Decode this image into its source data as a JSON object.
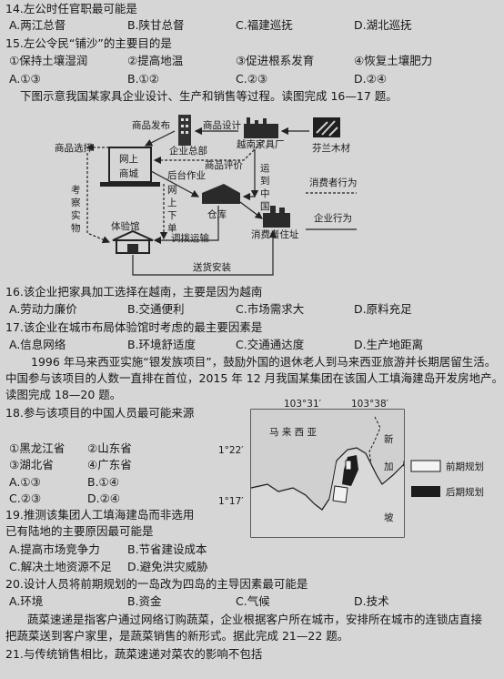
{
  "q14": {
    "stem": "14.左公时任官职最可能是",
    "a": "A.两江总督",
    "b": "B.陕甘总督",
    "c": "C.福建巡抚",
    "d": "D.湖北巡抚"
  },
  "q15": {
    "stem": "15.左公令民“铺沙”的主要目的是",
    "s1": "①保持土壤湿润",
    "s2": "②提高地温",
    "s3": "③促进根系发育",
    "s4": "④恢复土壤肥力",
    "a": "A.①③",
    "b": "B.①②",
    "c": "C.②③",
    "d": "D.②④"
  },
  "intro1": "下图示意我国某家具企业设计、生产和销售等过程。读图完成 16—17 题。",
  "diagram": {
    "publish": "商品发布",
    "hq": "企业总部",
    "design": "商品设计",
    "factory": "越南家具厂",
    "wood": "芬兰木材",
    "select": "商品选择",
    "mall_1": "网上",
    "mall_2": "商城",
    "eval": "商品评价",
    "inspect": "考察实物",
    "backend": "后台作业",
    "online_order": "网上下单",
    "ship_china": "运到中国",
    "warehouse": "仓库",
    "dispatch": "调拨运输",
    "showroom": "体验馆",
    "consumer_home": "消费者住址",
    "delivery": "送货安装",
    "legend_consumer": "消费者行为",
    "legend_enterprise": "企业行为"
  },
  "q16": {
    "stem": "16.该企业把家具加工选择在越南，主要是因为越南",
    "a": "A.劳动力廉价",
    "b": "B.交通便利",
    "c": "C.市场需求大",
    "d": "D.原料充足"
  },
  "q17": {
    "stem": "17.该企业在城市布局体验馆时考虑的最主要因素是",
    "a": "A.信息网络",
    "b": "B.环境舒适度",
    "c": "C.交通通达度",
    "d": "D.生产地距离"
  },
  "intro2": {
    "l1": "1996 年马来西亚实施“银发族项目”，鼓励外国的退休老人到马来西亚旅游并长期居留生活。",
    "l2": "中国参与该项目的人数一直排在首位，2015 年 12 月我国某集团在该国人工填海建岛开发房地产。",
    "l3": "读图完成 18—20 题。"
  },
  "q18": {
    "stem": "18.参与该项目的中国人员最可能来源",
    "s1": "①黑龙江省",
    "s2": "②山东省",
    "s3": "③湖北省",
    "s4": "④广东省",
    "a": "A.①③",
    "b": "B.①④",
    "c": "C.②③",
    "d": "D.②④"
  },
  "map": {
    "lon1": "103°31′",
    "lon2": "103°38′",
    "lat1": "1°22′",
    "lat2": "1°17′",
    "region": "马 来 西 亚",
    "sg1": "新",
    "sg2": "加",
    "sg3": "坡",
    "legend_early": "前期规划",
    "legend_late": "后期规划"
  },
  "q19": {
    "stem1": "19.推测该集团人工填海建岛而非选用",
    "stem2": "已有陆地的主要原因最可能是",
    "a": "A.提高市场竞争力",
    "b": "B.节省建设成本",
    "c": "C.解决土地资源不足",
    "d": "D.避免洪灾威胁"
  },
  "q20": {
    "stem": "20.设计人员将前期规划的一岛改为四岛的主导因素最可能是",
    "a": "A.环境",
    "b": "B.资金",
    "c": "C.气候",
    "d": "D.技术"
  },
  "intro3": {
    "l1": "蔬菜速递是指客户通过网络订购蔬菜，企业根据客户所在城市，安排所在城市的连锁店直接",
    "l2": "把蔬菜送到客户家里，是蔬菜销售的新形式。据此完成 21—22 题。"
  },
  "q21": {
    "stem": "21.与传统销售相比，蔬菜速递对菜农的影响不包括"
  }
}
